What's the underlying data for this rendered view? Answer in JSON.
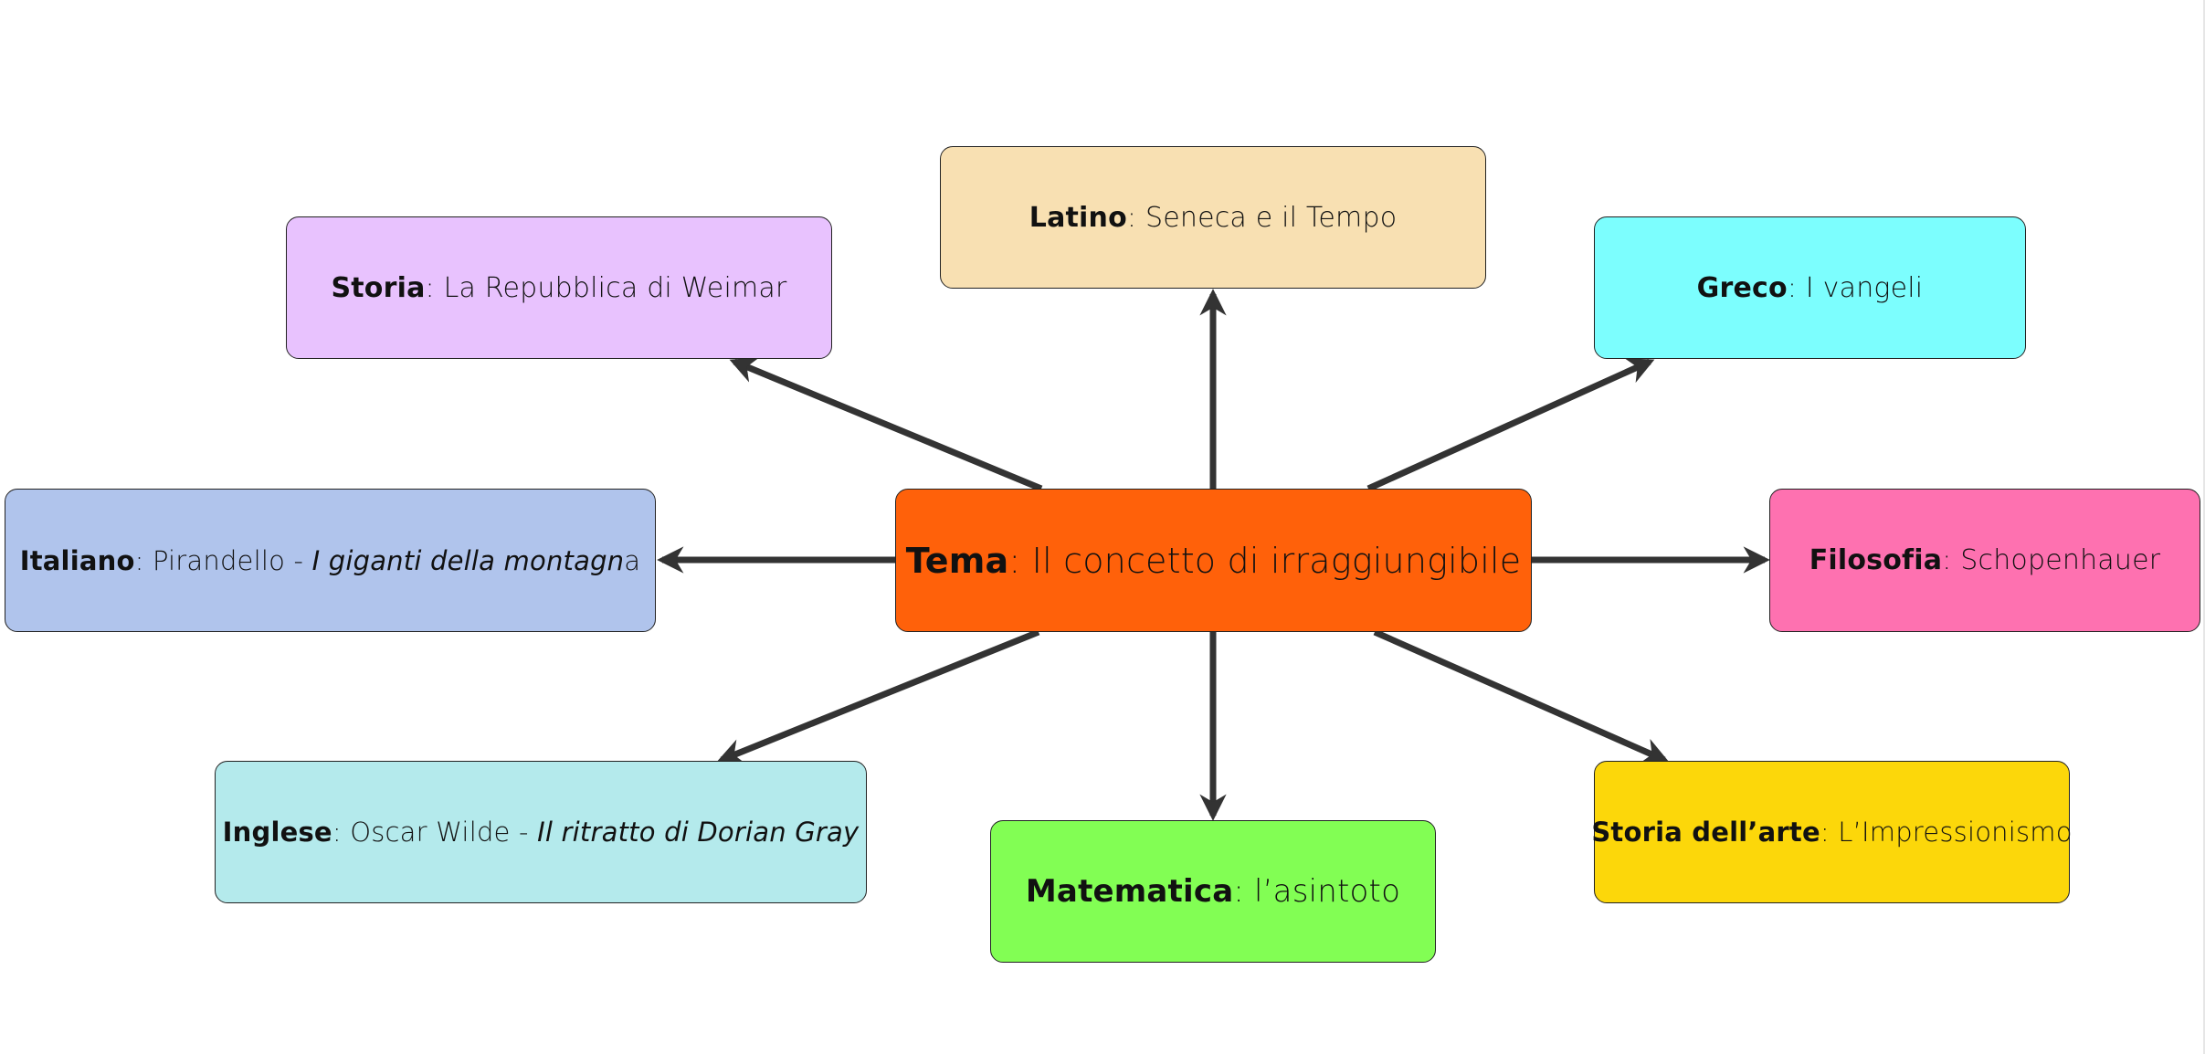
{
  "center": {
    "subject": "Tema",
    "sep": ": ",
    "text": "Il concetto di irraggiungibile"
  },
  "nodes": {
    "latino": {
      "subject": "Latino",
      "sep": ": ",
      "text": "Seneca e il Tempo"
    },
    "storia": {
      "subject": "Storia",
      "sep": ": ",
      "text": "La Repubblica di Weimar"
    },
    "greco": {
      "subject": "Greco",
      "sep": ": ",
      "text": "I vangeli"
    },
    "italiano": {
      "subject": "Italiano",
      "sep": ": ",
      "text": "Pirandello - ",
      "italic": "I giganti della montagn",
      "tail": "a"
    },
    "filosofia": {
      "subject": "Filosofia",
      "sep": ": ",
      "text": "Schopenhauer"
    },
    "inglese": {
      "subject": "Inglese",
      "sep": ": ",
      "text": "Oscar Wilde - ",
      "italic": "Il ritratto di Dorian Gray"
    },
    "matematica": {
      "subject": "Matematica",
      "sep": ": ",
      "text": "l’asintoto"
    },
    "storiadellarte": {
      "subject": "Storia dell’arte",
      "sep": ": ",
      "text": "L’Impressionismo"
    }
  },
  "colors": {
    "center": "#ff610a",
    "latino": "#f8e0b2",
    "storia": "#e8c2fe",
    "greco": "#7cfefe",
    "italiano": "#b0c4ec",
    "filosofia": "#fe71b0",
    "inglese": "#b4eaec",
    "matematica": "#82fe54",
    "storiadellarte": "#fcd70a",
    "arrow": "#333333"
  }
}
